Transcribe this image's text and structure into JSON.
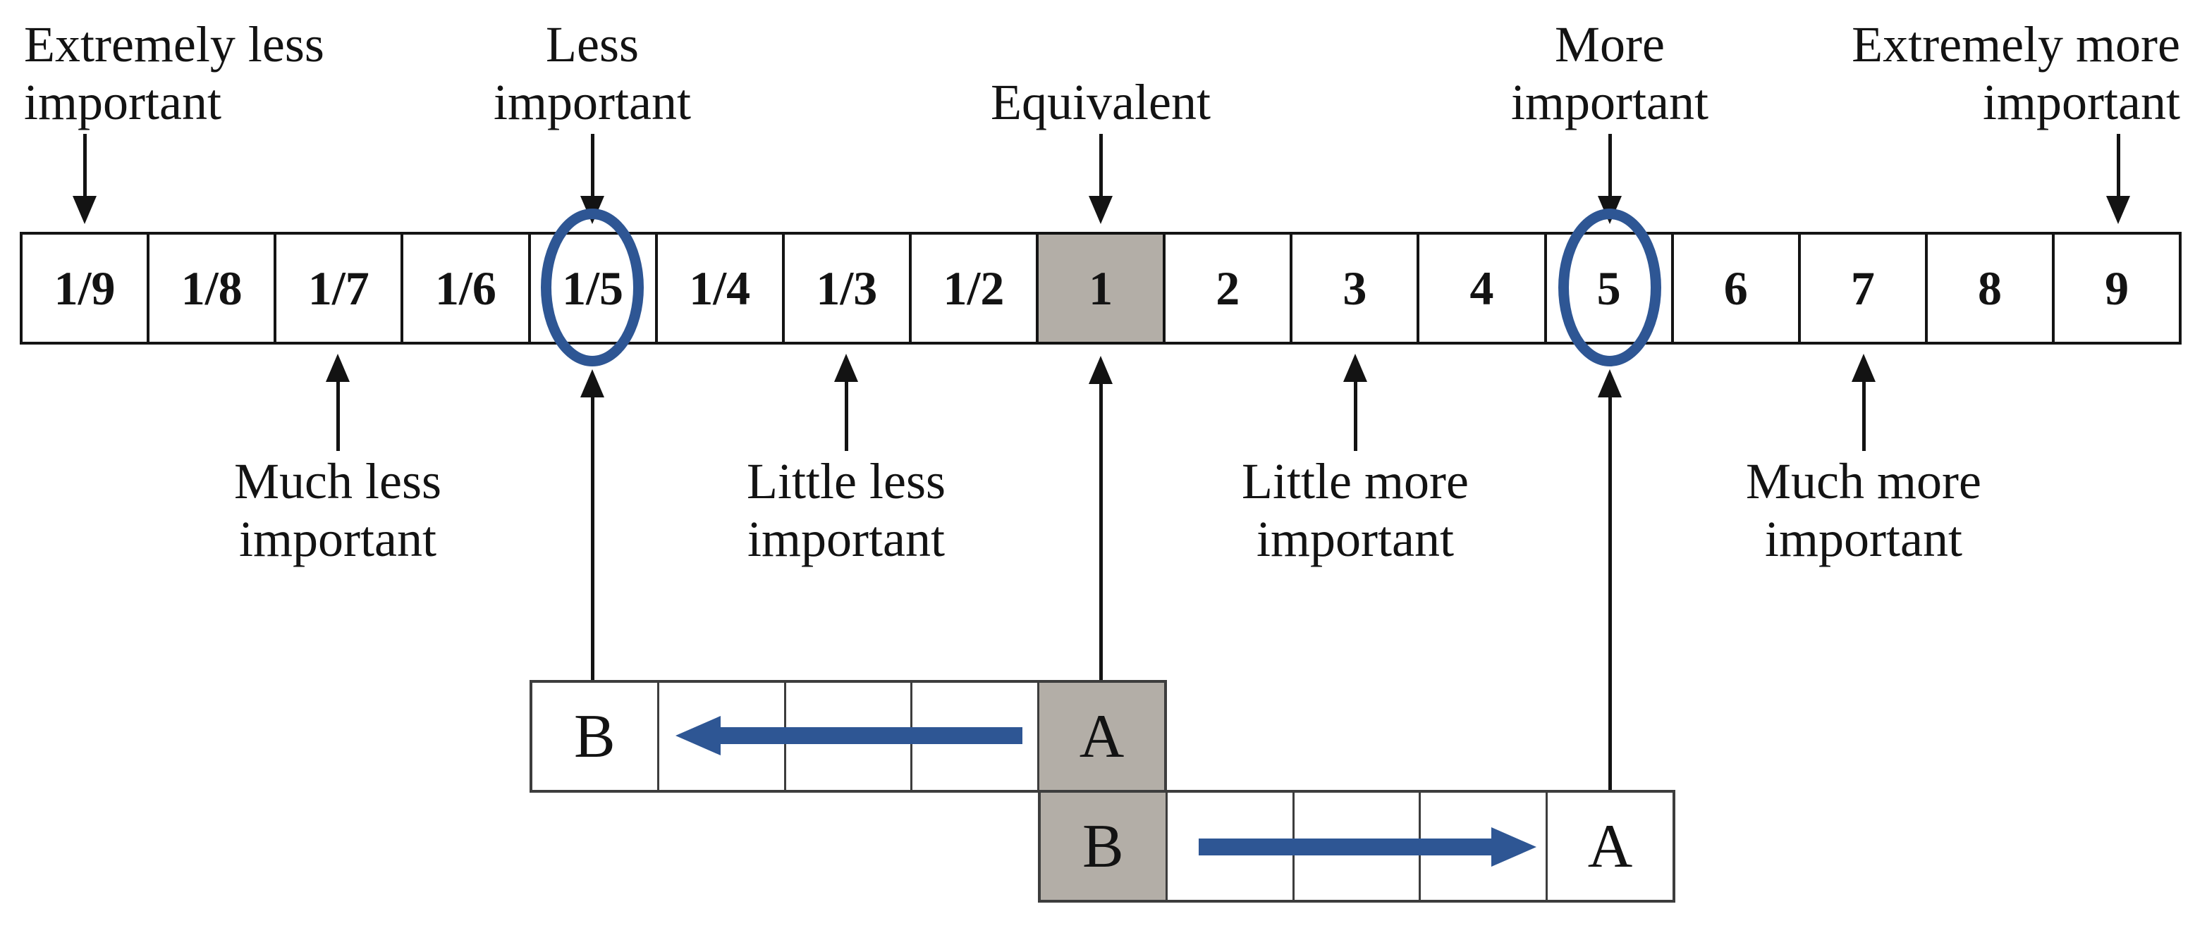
{
  "colors": {
    "accent_blue": "#2e5694",
    "shaded_gray": "#b3aea7",
    "line_black": "#131313"
  },
  "scale": {
    "cells": [
      "1/9",
      "1/8",
      "1/7",
      "1/6",
      "1/5",
      "1/4",
      "1/3",
      "1/2",
      "1",
      "2",
      "3",
      "4",
      "5",
      "6",
      "7",
      "8",
      "9"
    ],
    "shaded_cell": "1",
    "circled_cells": [
      "1/5",
      "5"
    ]
  },
  "top_labels": {
    "extremely_less": {
      "line1": "Extremely less",
      "line2": "important"
    },
    "less": {
      "line1": "Less",
      "line2": "important"
    },
    "equivalent": {
      "line1": "Equivalent"
    },
    "more": {
      "line1": "More",
      "line2": "important"
    },
    "extremely_more": {
      "line1": "Extremely more",
      "line2": "important"
    }
  },
  "bottom_labels": {
    "much_less": {
      "line1": "Much less",
      "line2": "important"
    },
    "little_less": {
      "line1": "Little less",
      "line2": "important"
    },
    "little_more": {
      "line1": "Little more",
      "line2": "important"
    },
    "much_more": {
      "line1": "Much more",
      "line2": "important"
    }
  },
  "rows": {
    "row1": {
      "cells": [
        "B",
        "",
        "",
        "",
        "A"
      ],
      "shaded_cell": "A",
      "arrow_direction": "left"
    },
    "row2": {
      "cells": [
        "B",
        "",
        "",
        "",
        "A"
      ],
      "shaded_cell": "B",
      "arrow_direction": "right"
    }
  }
}
